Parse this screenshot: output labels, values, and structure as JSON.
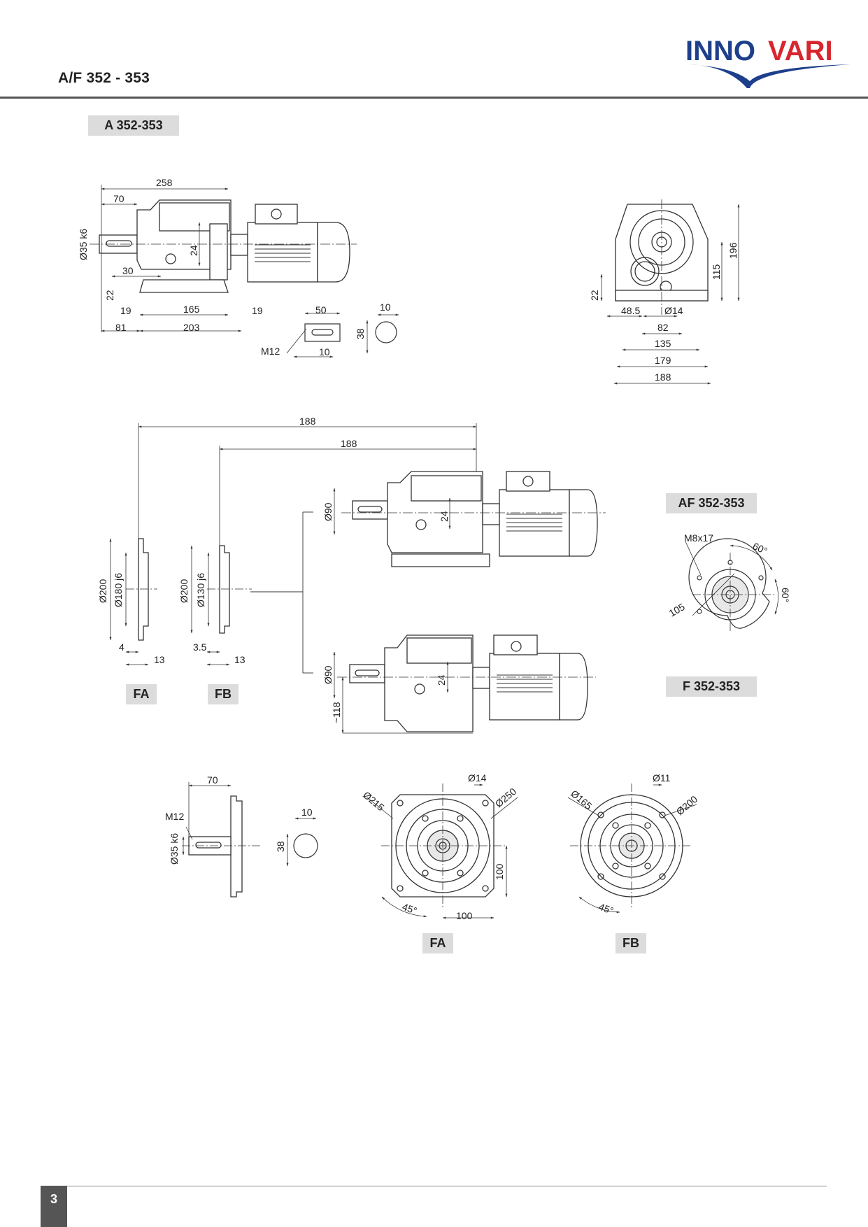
{
  "header": {
    "title": "A/F 352 - 353",
    "brand_part1": "INNO",
    "brand_part2": "VARI",
    "brand_blue": "#1d3f8c",
    "brand_red": "#d7262e"
  },
  "labels": {
    "a_series": "A 352-353",
    "af_series": "AF 352-353",
    "f_series": "F 352-353",
    "fa_1": "FA",
    "fb_1": "FB",
    "fa_2": "FA",
    "fb_2": "FB"
  },
  "dims_side": {
    "d258": "258",
    "d70": "70",
    "shaft": "Ø35 k6",
    "d24": "24",
    "d30": "30",
    "d22": "22",
    "d19a": "19",
    "d165": "165",
    "d19b": "19",
    "d81": "81",
    "d203": "203"
  },
  "dims_key": {
    "d50": "50",
    "m12": "M12",
    "d10": "10"
  },
  "dims_shaft_section": {
    "d10": "10",
    "d38": "38"
  },
  "dims_front": {
    "d22": "22",
    "d48_5": "48.5",
    "d14": "Ø14",
    "d82": "82",
    "d135": "135",
    "d179": "179",
    "d188": "188",
    "d115": "115",
    "d196": "196"
  },
  "dims_flange_top": {
    "d188a": "188",
    "d188b": "188"
  },
  "dims_fa_flange": {
    "d200": "Ø200",
    "d180": "Ø180 j6",
    "d4": "4",
    "d13": "13"
  },
  "dims_fb_flange": {
    "d200": "Ø200",
    "d130": "Ø130 j6",
    "d3_5": "3.5",
    "d13": "13"
  },
  "dims_af_motor": {
    "d90": "Ø90",
    "d24": "24"
  },
  "dims_f_motor": {
    "d90": "Ø90",
    "d24": "24",
    "d118": "~118"
  },
  "dims_af_detail": {
    "m8": "M8x17",
    "a60a": "60°",
    "a60b": "60°",
    "d105": "105"
  },
  "dims_shaft_detail": {
    "d70": "70",
    "m12": "M12",
    "shaft": "Ø35 k6",
    "d10": "10",
    "d38": "38"
  },
  "dims_fa_view": {
    "d215": "Ø215",
    "d14": "Ø14",
    "d250": "Ø250",
    "d100v": "100",
    "d100h": "100",
    "a45": "45°"
  },
  "dims_fb_view": {
    "d165": "Ø165",
    "d11": "Ø11",
    "d200": "Ø200",
    "a45": "45°"
  },
  "footer": {
    "page_number": "3"
  }
}
